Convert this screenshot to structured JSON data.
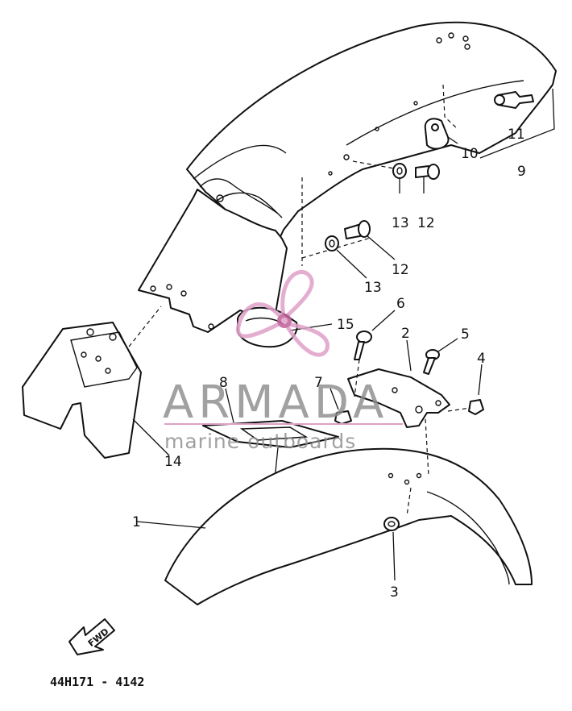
{
  "diagram": {
    "callouts": [
      {
        "id": "c1",
        "label": "1"
      },
      {
        "id": "c2",
        "label": "2"
      },
      {
        "id": "c3",
        "label": "3"
      },
      {
        "id": "c4",
        "label": "4"
      },
      {
        "id": "c5",
        "label": "5"
      },
      {
        "id": "c6",
        "label": "6"
      },
      {
        "id": "c7",
        "label": "7"
      },
      {
        "id": "c8",
        "label": "8"
      },
      {
        "id": "c9",
        "label": "9"
      },
      {
        "id": "c10",
        "label": "10"
      },
      {
        "id": "c11",
        "label": "11"
      },
      {
        "id": "c12a",
        "label": "12"
      },
      {
        "id": "c12b",
        "label": "12"
      },
      {
        "id": "c13a",
        "label": "13"
      },
      {
        "id": "c13b",
        "label": "13"
      },
      {
        "id": "c14",
        "label": "14"
      },
      {
        "id": "c15",
        "label": "15"
      }
    ],
    "fwd_arrow_label": "FWD",
    "drawing_code": "44H171 - 4142"
  },
  "watermark": {
    "brand": "ARMADA",
    "tagline": "marine outboards",
    "colors": {
      "text": "#8a8a8a",
      "logo": "#e0a0c8",
      "logo_dark": "#c0609a"
    }
  }
}
